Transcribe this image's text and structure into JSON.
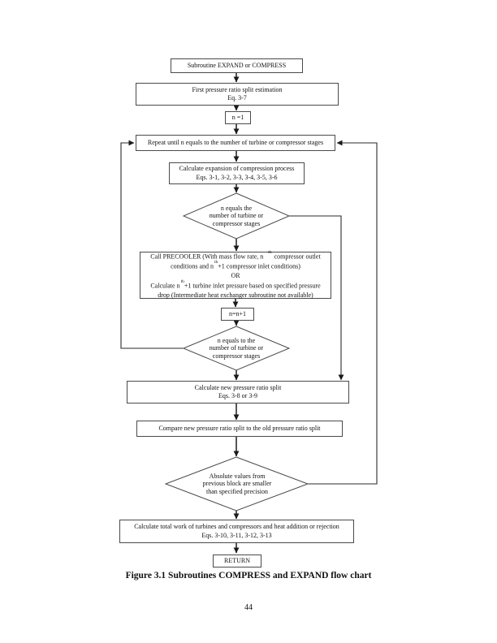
{
  "page": {
    "caption": "Figure 3.1 Subroutines COMPRESS and EXPAND flow chart",
    "page_number": "44"
  },
  "colors": {
    "background": "#ffffff",
    "box_border": "#4a4a4a",
    "connector": "#2a2a2a",
    "arrowhead": "#1a1a1a",
    "text": "#111111"
  },
  "flowchart": {
    "start": {
      "label": "Subroutine EXPAND or COMPRESS"
    },
    "first_split": {
      "line1": "First pressure ratio split estimation",
      "line2": "Eq. 3-7"
    },
    "n_init": {
      "label": "n =1"
    },
    "repeat": {
      "label": "Repeat until n equals to the number of turbine or compressor stages"
    },
    "calc_process": {
      "line1": "Calculate expansion of compression process",
      "line2": "Eqs. 3-1, 3-2, 3-3, 3-4, 3-5, 3-6"
    },
    "decision_stages_first": {
      "line1": "n equals the",
      "line2": "number of turbine or",
      "line3": "compressor stages"
    },
    "precooler": {
      "line1_a": "Call PRECOOLER (With mass flow rate, n",
      "line1_sup": "th",
      "line1_b": "compressor outlet",
      "line2_a": "conditions and n",
      "line2_sup": "th",
      "line2_b": "+1 compressor inlet conditions)",
      "line3": "OR",
      "line4_a": "Calculate n",
      "line4_sup": "th",
      "line4_b": "+1 turbine inlet pressure based on specified pressure",
      "line5": "drop (Intermediate heat exchanger subroutine not available)"
    },
    "n_increment": {
      "label": "n=n+1"
    },
    "decision_stages_second": {
      "line1": "n equals to the",
      "line2": "number of turbine or",
      "line3": "compressor stages"
    },
    "calc_new_split": {
      "line1": "Calculate new pressure ratio split",
      "line2": "Eqs. 3-8 or 3-9"
    },
    "compare": {
      "label": "Compare new pressure ratio split to the old pressure ratio split"
    },
    "decision_precision": {
      "line1": "Absolute values from",
      "line2": "previous block are smaller",
      "line3": "than specified precision"
    },
    "calc_total": {
      "line1": "Calculate total work of turbines and compressors and heat addition or rejection",
      "line2": "Eqs. 3-10, 3-11, 3-12, 3-13"
    },
    "return": {
      "label": "RETURN"
    }
  }
}
